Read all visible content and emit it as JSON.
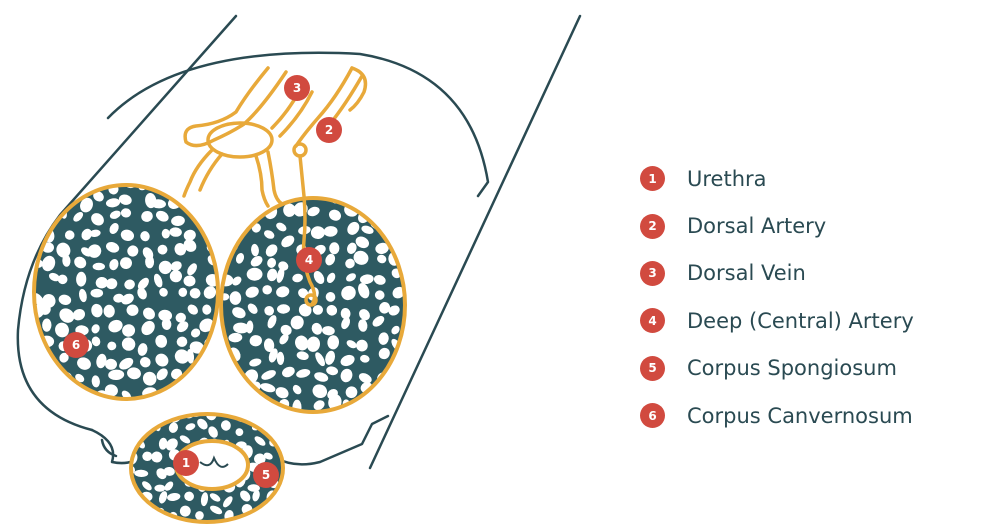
{
  "colors": {
    "outline": "#2a4a52",
    "vessel": "#e8a93a",
    "tissue": "#2e5a62",
    "marker": "#d14a3f",
    "background": "#ffffff"
  },
  "markers": [
    {
      "number": "1",
      "label": "Urethra"
    },
    {
      "number": "2",
      "label": "Dorsal Artery"
    },
    {
      "number": "3",
      "label": "Dorsal Vein"
    },
    {
      "number": "4",
      "label": "Deep (Central) Artery"
    },
    {
      "number": "5",
      "label": "Corpus Spongiosum"
    },
    {
      "number": "6",
      "label": "Corpus Canvernosum"
    }
  ]
}
